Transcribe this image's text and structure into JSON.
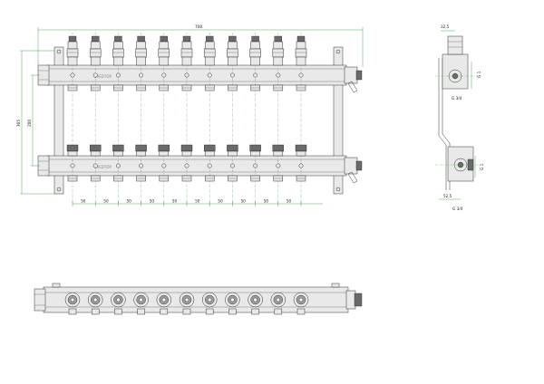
{
  "dimensions": {
    "overall_length": "708",
    "total_height": "305",
    "axis_distance": "200",
    "outlet_spacing": "50",
    "side_top_width": "32,5",
    "side_bottom_width": "52,5",
    "thread_top": "G 1",
    "thread_bottom": "G 1",
    "outlet_thread_top": "G 3/4",
    "outlet_thread_bottom": "G 3/4"
  },
  "brand_label": "SVEDTOP",
  "outlet_count": 11,
  "colors": {
    "dimension": "#2f8a2f",
    "outline": "#333333"
  }
}
